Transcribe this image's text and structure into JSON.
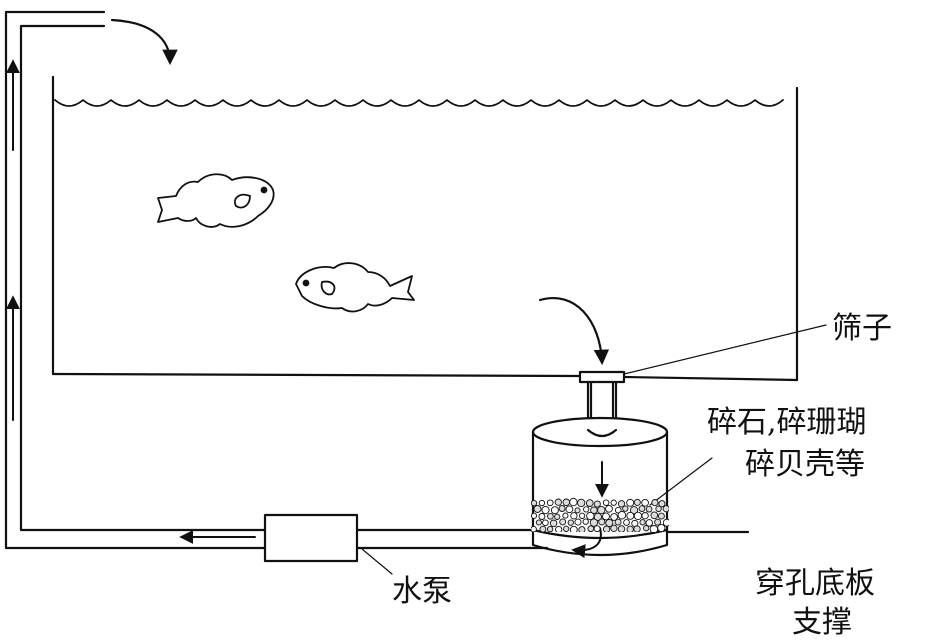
{
  "labels": {
    "sieve": "筛子",
    "media_line1": "碎石,碎珊瑚",
    "media_line2": "碎贝壳等",
    "pump": "水泵",
    "support_line1": "穿孔底板",
    "support_line2": "支撑"
  },
  "colors": {
    "ink": "#111111",
    "background": "#ffffff"
  },
  "icons": [
    "fish-icon",
    "arrow-icon"
  ]
}
